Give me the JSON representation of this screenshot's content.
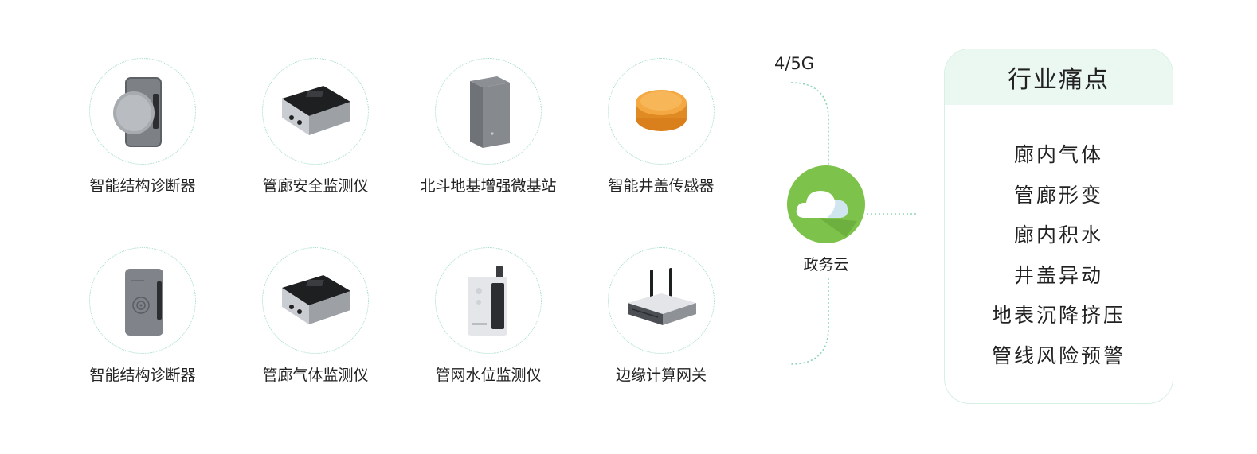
{
  "devices": [
    {
      "label": "智能结构诊断器",
      "icon": "structure-diagnostic-device-icon"
    },
    {
      "label": "管廊安全监测仪",
      "icon": "safety-monitor-box-icon"
    },
    {
      "label": "北斗地基增强微基站",
      "icon": "beidou-base-station-icon"
    },
    {
      "label": "智能井盖传感器",
      "icon": "manhole-cover-sensor-icon"
    },
    {
      "label": "智能结构诊断器",
      "icon": "structure-diagnostic-device-icon"
    },
    {
      "label": "管廊气体监测仪",
      "icon": "gas-monitor-box-icon"
    },
    {
      "label": "管网水位监测仪",
      "icon": "water-level-monitor-icon"
    },
    {
      "label": "边缘计算网关",
      "icon": "edge-gateway-router-icon"
    }
  ],
  "network": {
    "label": "4/5G"
  },
  "cloud": {
    "label": "政务云",
    "icon": "cloud-icon",
    "color": "#7dc24b"
  },
  "panel": {
    "title": "行业痛点",
    "items": [
      "廊内气体",
      "管廊形变",
      "廊内积水",
      "井盖异动",
      "地表沉降挤压",
      "管线风险预警"
    ]
  },
  "colors": {
    "accent_green": "#7dc24b",
    "dotted_line": "#8fd6b4",
    "panel_header_bg": "#ebf8f1"
  }
}
